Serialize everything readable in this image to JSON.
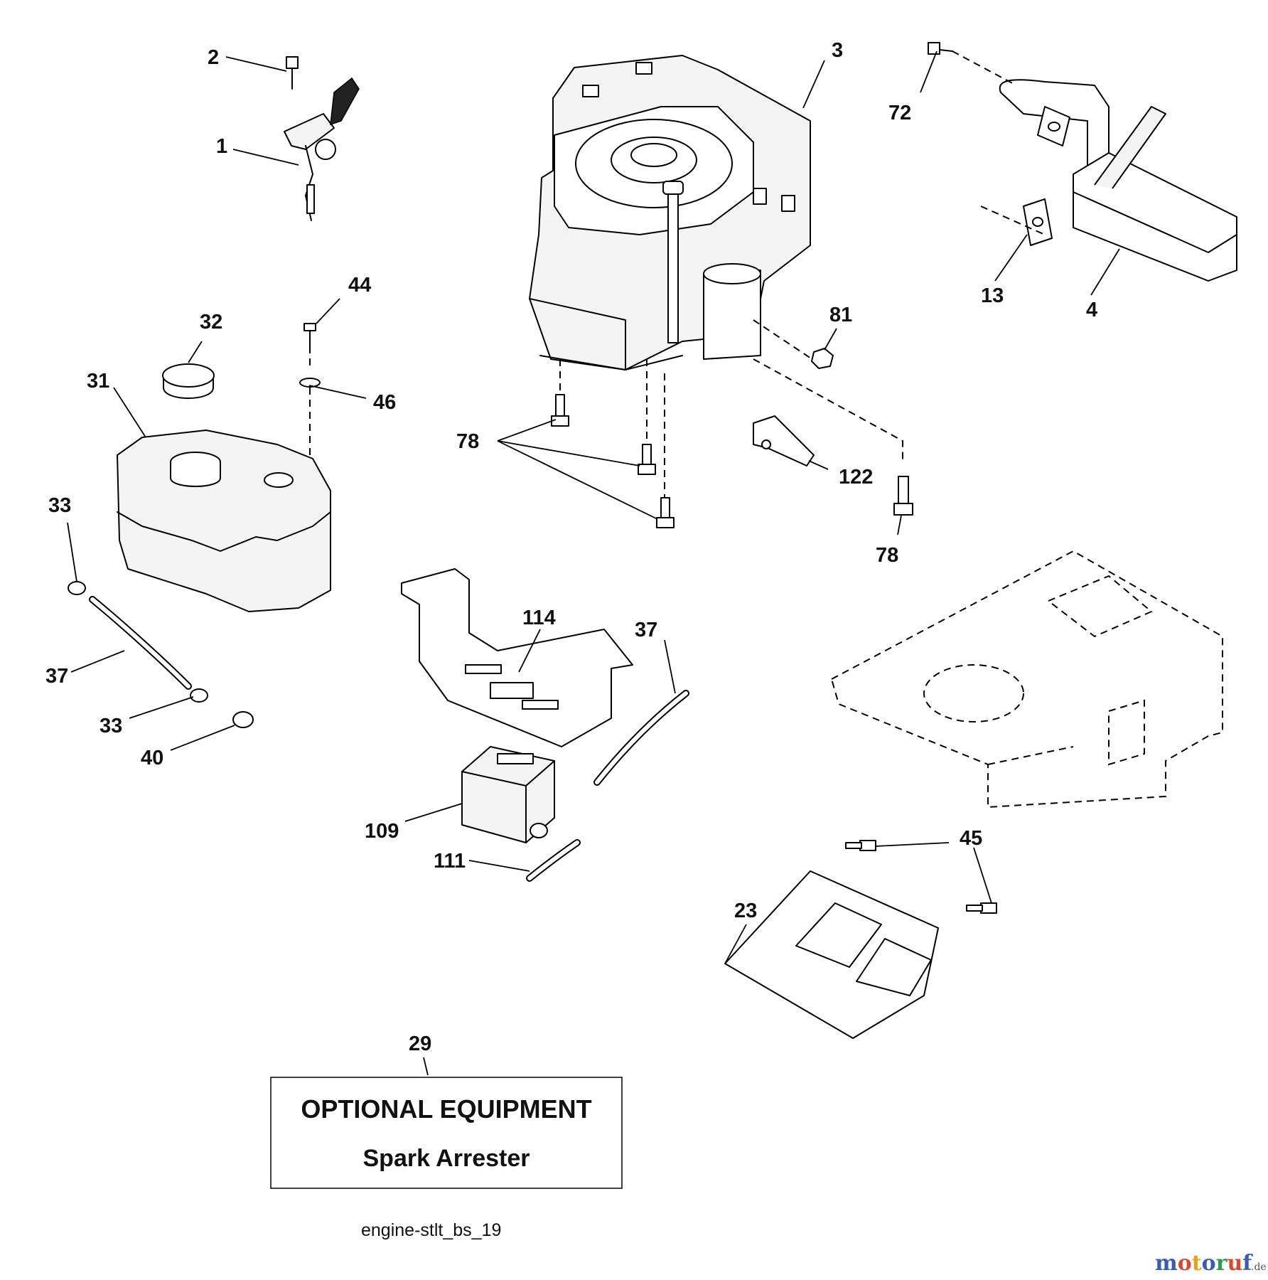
{
  "diagram": {
    "callouts": {
      "c1": "1",
      "c2": "2",
      "c3": "3",
      "c4": "4",
      "c13": "13",
      "c72": "72",
      "c81": "81",
      "c44": "44",
      "c32": "32",
      "c31": "31",
      "c46": "46",
      "c78a": "78",
      "c78b": "78",
      "c122": "122",
      "c33a": "33",
      "c33b": "33",
      "c37a": "37",
      "c37b": "37",
      "c40": "40",
      "c114": "114",
      "c109": "109",
      "c111": "111",
      "c45": "45",
      "c23": "23",
      "c29": "29"
    },
    "optional_box": {
      "title": "OPTIONAL EQUIPMENT",
      "subtitle": "Spark Arrester"
    },
    "caption": "engine-stlt_bs_19",
    "watermark": {
      "letters": [
        "m",
        "o",
        "t",
        "o",
        "r",
        "u",
        "f"
      ],
      "suffix": ".de",
      "colors": [
        "#3b5bb5",
        "#d84a2f",
        "#e3a21a",
        "#3b5bb5",
        "#2e9a4a",
        "#d84a2f",
        "#3b5bb5"
      ]
    }
  }
}
